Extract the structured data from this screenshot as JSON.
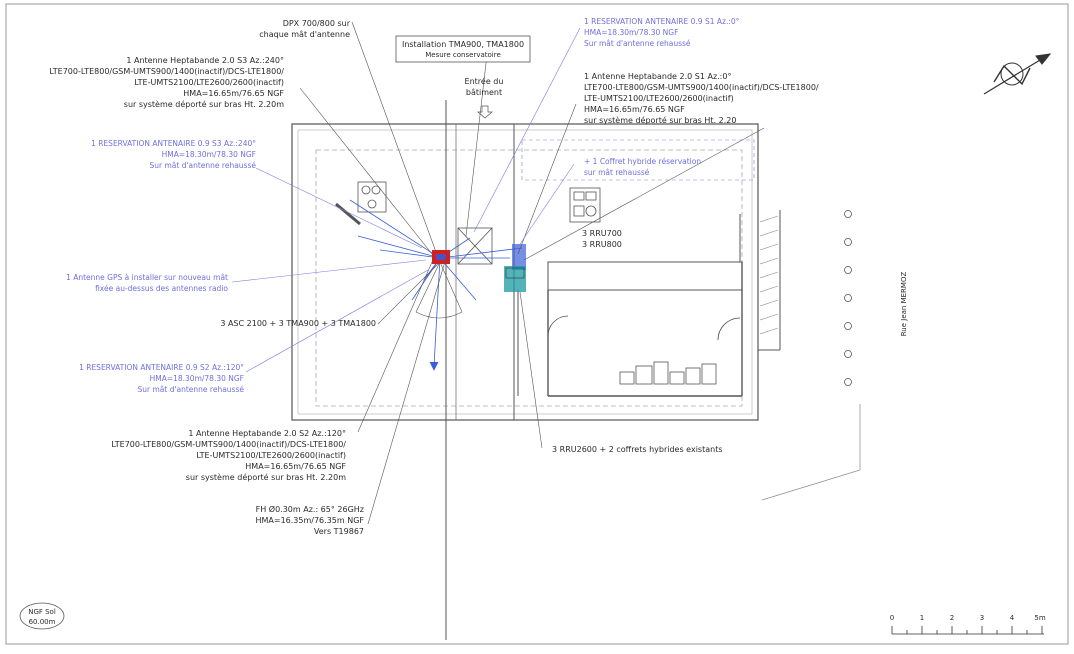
{
  "colors": {
    "ink": "#2a2a2a",
    "reservation_blue": "#6f6fe0",
    "arrow_blue": "#3a5fd8",
    "equip_red": "#d02020",
    "equip_teal": "#1a9aa0"
  },
  "install_box": {
    "line1": "Installation TMA900, TMA1800",
    "line2": "Mesure conservatoire"
  },
  "dpx": {
    "line1": "DPX 700/800 sur",
    "line2": "chaque mât d'antenne"
  },
  "entrance": {
    "line1": "Entrée du",
    "line2": "bâtiment"
  },
  "s3_antenna": {
    "line1": "1 Antenne Heptabande 2.0 S3 Az.:240°",
    "line2": "LTE700-LTE800/GSM-UMTS900/1400(inactif)/DCS-LTE1800/",
    "line3": "LTE-UMTS2100/LTE2600/2600(inactif)",
    "line4": "HMA=16.65m/76.65 NGF",
    "line5": "sur système déporté sur bras Ht. 2.20m"
  },
  "s1_reservation": {
    "line1": "1 RESERVATION ANTENAIRE 0.9 S1 Az.:0°",
    "line2": "HMA=18.30m/78.30 NGF",
    "line3": "Sur mât d'antenne rehaussé"
  },
  "s1_antenna": {
    "line1": "1 Antenne Heptabande 2.0 S1 Az.:0°",
    "line2": "LTE700-LTE800/GSM-UMTS900/1400(inactif)/DCS-LTE1800/",
    "line3": "LTE-UMTS2100/LTE2600/2600(inactif)",
    "line4": "HMA=16.65m/76.65 NGF",
    "line5": "sur système déporté sur bras Ht. 2.20"
  },
  "s3_reservation": {
    "line1": "1 RESERVATION ANTENAIRE 0.9 S3 Az.:240°",
    "line2": "HMA=18.30m/78.30 NGF",
    "line3": "Sur mât d'antenne rehaussé"
  },
  "coffret_reservation": {
    "line1": "+ 1 Coffret hybride réservation",
    "line2": "sur mât rehaussé"
  },
  "rru": {
    "line1": "3 RRU700",
    "line2": "3 RRU800"
  },
  "gps": {
    "line1": "1 Antenne GPS à installer sur nouveau mât",
    "line2": "fixée au-dessus des antennes radio"
  },
  "asc_label": "3 ASC 2100 + 3 TMA900 + 3 TMA1800",
  "s2_reservation": {
    "line1": "1 RESERVATION ANTENAIRE 0.9 S2 Az.:120°",
    "line2": "HMA=18.30m/78.30 NGF",
    "line3": "Sur mât d'antenne rehaussé"
  },
  "s2_antenna": {
    "line1": "1 Antenne Heptabande 2.0 S2 Az.:120°",
    "line2": "LTE700-LTE800/GSM-UMTS900/1400(inactif)/DCS-LTE1800/",
    "line3": "LTE-UMTS2100/LTE2600/2600(inactif)",
    "line4": "HMA=16.65m/76.65 NGF",
    "line5": "sur système déporté sur bras Ht. 2.20m"
  },
  "rru2600_label": "3 RRU2600 + 2 coffrets hybrides existants",
  "fh": {
    "line1": "FH Ø0.30m Az.: 65° 26GHz",
    "line2": "HMA=16.35m/76.35m NGF",
    "line3": "Vers T19867"
  },
  "street_label": "Rue Jean MERMOZ",
  "ngf_badge": {
    "line1": "NGF Sol",
    "line2": "60.00m"
  },
  "scale_bar": {
    "ticks": [
      "0",
      "1",
      "2",
      "3",
      "4",
      "5m"
    ]
  }
}
